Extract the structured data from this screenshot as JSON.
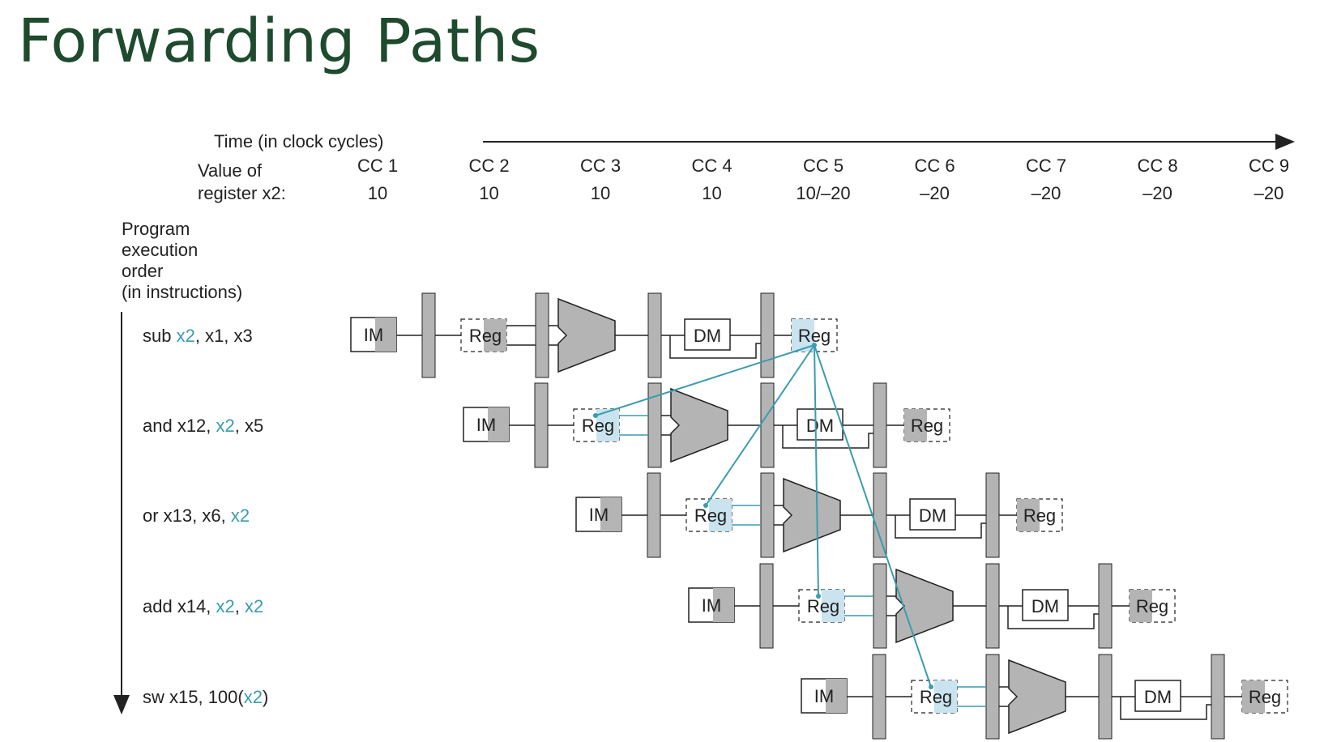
{
  "title": "Forwarding Paths",
  "time_axis_label": "Time (in clock cycles)",
  "value_label_line1": "Value of",
  "value_label_line2": "register x2:",
  "clock_cycles": [
    "CC 1",
    "CC 2",
    "CC 3",
    "CC 4",
    "CC 5",
    "CC 6",
    "CC 7",
    "CC 8",
    "CC 9"
  ],
  "register_values": [
    "10",
    "10",
    "10",
    "10",
    "10/–20",
    "–20",
    "–20",
    "–20",
    "–20"
  ],
  "order_label": [
    "Program",
    "execution",
    "order",
    "(in instructions)"
  ],
  "instructions": [
    {
      "parts": [
        {
          "text": "sub ",
          "hl": false
        },
        {
          "text": "x2",
          "hl": true
        },
        {
          "text": ", x1, x3",
          "hl": false
        }
      ]
    },
    {
      "parts": [
        {
          "text": "and x12, ",
          "hl": false
        },
        {
          "text": "x2",
          "hl": true
        },
        {
          "text": ", x5",
          "hl": false
        }
      ]
    },
    {
      "parts": [
        {
          "text": "or x13, x6, ",
          "hl": false
        },
        {
          "text": "x2",
          "hl": true
        }
      ]
    },
    {
      "parts": [
        {
          "text": "add x14, ",
          "hl": false
        },
        {
          "text": "x2",
          "hl": true
        },
        {
          "text": ", ",
          "hl": false
        },
        {
          "text": "x2",
          "hl": true
        }
      ]
    },
    {
      "parts": [
        {
          "text": "sw x15, 100(",
          "hl": false
        },
        {
          "text": "x2",
          "hl": true
        },
        {
          "text": ")",
          "hl": false
        }
      ]
    }
  ],
  "stage_labels": {
    "im": "IM",
    "reg": "Reg",
    "dm": "DM"
  },
  "colors": {
    "title": "#1e4a2e",
    "forward": "#3a9cb0",
    "highlight_fill": "#c9e4ee",
    "unit_gray": "#b4b4b4",
    "line": "#222222"
  }
}
